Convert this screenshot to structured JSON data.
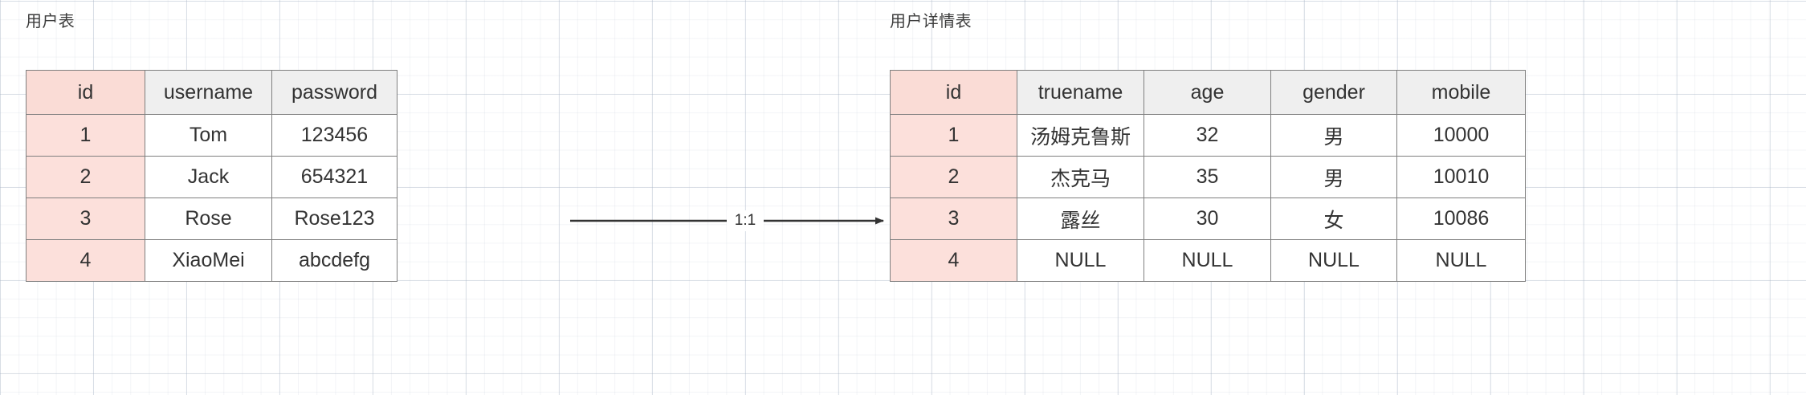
{
  "diagram": {
    "type": "entity-relationship",
    "relation": {
      "label": "1:1",
      "from": "用户表",
      "to": "用户详情表",
      "arrow_icon": "arrow-right-icon"
    }
  },
  "tables": [
    {
      "caption": "用户表",
      "columns": [
        "id",
        "username",
        "password"
      ],
      "primary_key": "id",
      "rows": [
        [
          "1",
          "Tom",
          "123456"
        ],
        [
          "2",
          "Jack",
          "654321"
        ],
        [
          "3",
          "Rose",
          "Rose123"
        ],
        [
          "4",
          "XiaoMei",
          "abcdefg"
        ]
      ]
    },
    {
      "caption": "用户详情表",
      "columns": [
        "id",
        "truename",
        "age",
        "gender",
        "mobile"
      ],
      "primary_key": "id",
      "rows": [
        [
          "1",
          "汤姆克鲁斯",
          "32",
          "男",
          "10000"
        ],
        [
          "2",
          "杰克马",
          "35",
          "男",
          "10010"
        ],
        [
          "3",
          "露丝",
          "30",
          "女",
          "10086"
        ],
        [
          "4",
          "NULL",
          "NULL",
          "NULL",
          "NULL"
        ]
      ]
    }
  ],
  "colors": {
    "primary_key_header": "#fadcd6",
    "primary_key_cell": "#fce0db",
    "header_background": "#efefef",
    "border": "#7f7f7f",
    "text": "#333333",
    "canvas": "#ffffff"
  }
}
